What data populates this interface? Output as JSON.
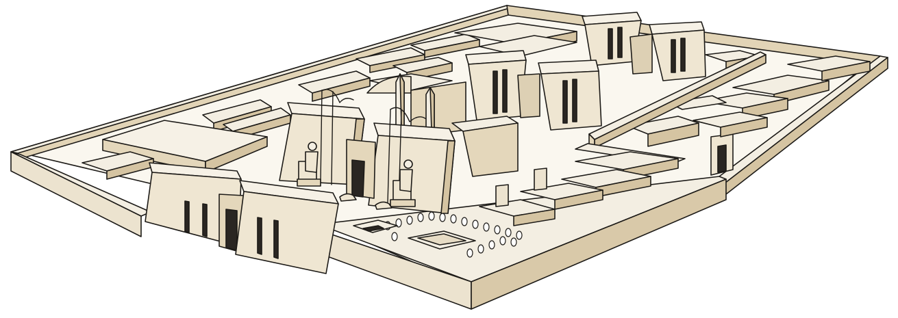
{
  "image": {
    "kind": "illustration",
    "colors": {
      "background": "#ffffff",
      "stone_light": "#f3eee2",
      "stone_mid": "#e7dcc5",
      "stone_shadow": "#d5c4a2",
      "ink": "#1c1a17",
      "opening": "#2a2622"
    },
    "icons": [
      "enclosure-wall",
      "pylon-gate",
      "colossal-statue",
      "obelisk",
      "flagstaff",
      "sacred-lake",
      "tree-row",
      "storehouse-block"
    ]
  }
}
